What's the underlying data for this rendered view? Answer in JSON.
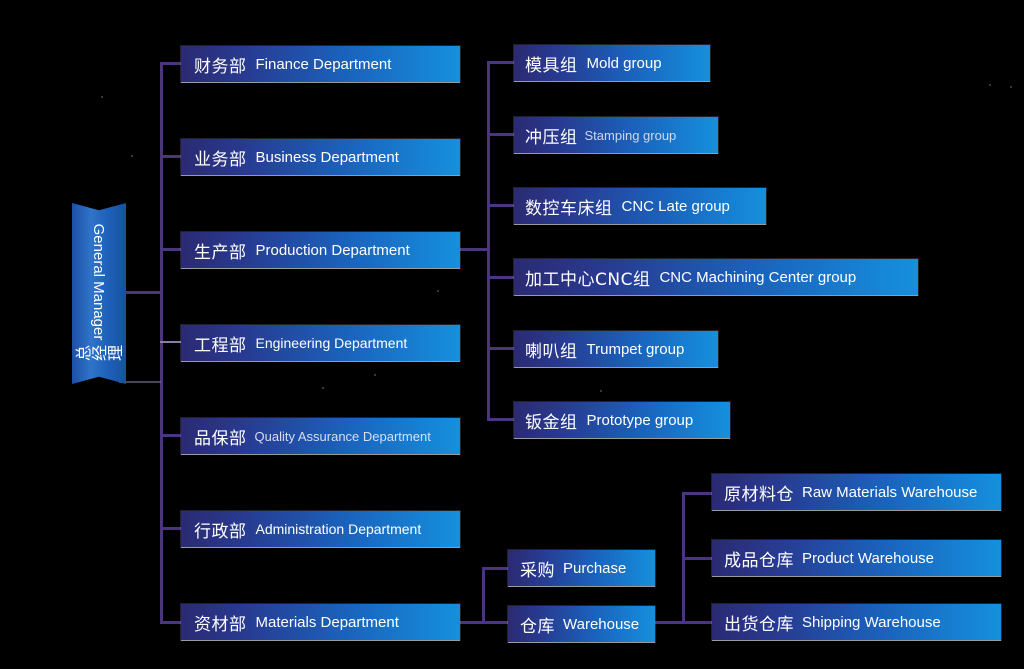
{
  "meta": {
    "title": "Company Organization Chart",
    "background_color": "#000000",
    "connector_color": "#4b357e",
    "box_gradient_from": "#2b2a72",
    "box_gradient_to": "#1590dd"
  },
  "root": {
    "name_en": "General Manager",
    "name_cn": "总经理"
  },
  "departments": [
    {
      "cn": "财务部",
      "en": "Finance Department"
    },
    {
      "cn": "业务部",
      "en": "Business Department"
    },
    {
      "cn": "生产部",
      "en": "Production Department"
    },
    {
      "cn": "工程部",
      "en": "Engineering Department"
    },
    {
      "cn": "品保部",
      "en": "Quality Assurance Department"
    },
    {
      "cn": "行政部",
      "en": "Administration Department"
    },
    {
      "cn": "资材部",
      "en": "Materials Department"
    }
  ],
  "production_groups": [
    {
      "cn": "模具组",
      "en": "Mold group"
    },
    {
      "cn": "冲压组",
      "en": "Stamping group"
    },
    {
      "cn": "数控车床组",
      "en": "CNC Late group"
    },
    {
      "cn": "加工中心CNC组",
      "en": "CNC Machining Center group"
    },
    {
      "cn": "喇叭组",
      "en": "Trumpet group"
    },
    {
      "cn": "钣金组",
      "en": "Prototype group"
    }
  ],
  "materials_children": [
    {
      "cn": "采购",
      "en": "Purchase"
    },
    {
      "cn": "仓库",
      "en": "Warehouse"
    }
  ],
  "warehouses": [
    {
      "cn": "原材料仓",
      "en": "Raw Materials Warehouse"
    },
    {
      "cn": "成品仓库",
      "en": "Product Warehouse"
    },
    {
      "cn": "出货仓库",
      "en": "Shipping Warehouse"
    }
  ]
}
